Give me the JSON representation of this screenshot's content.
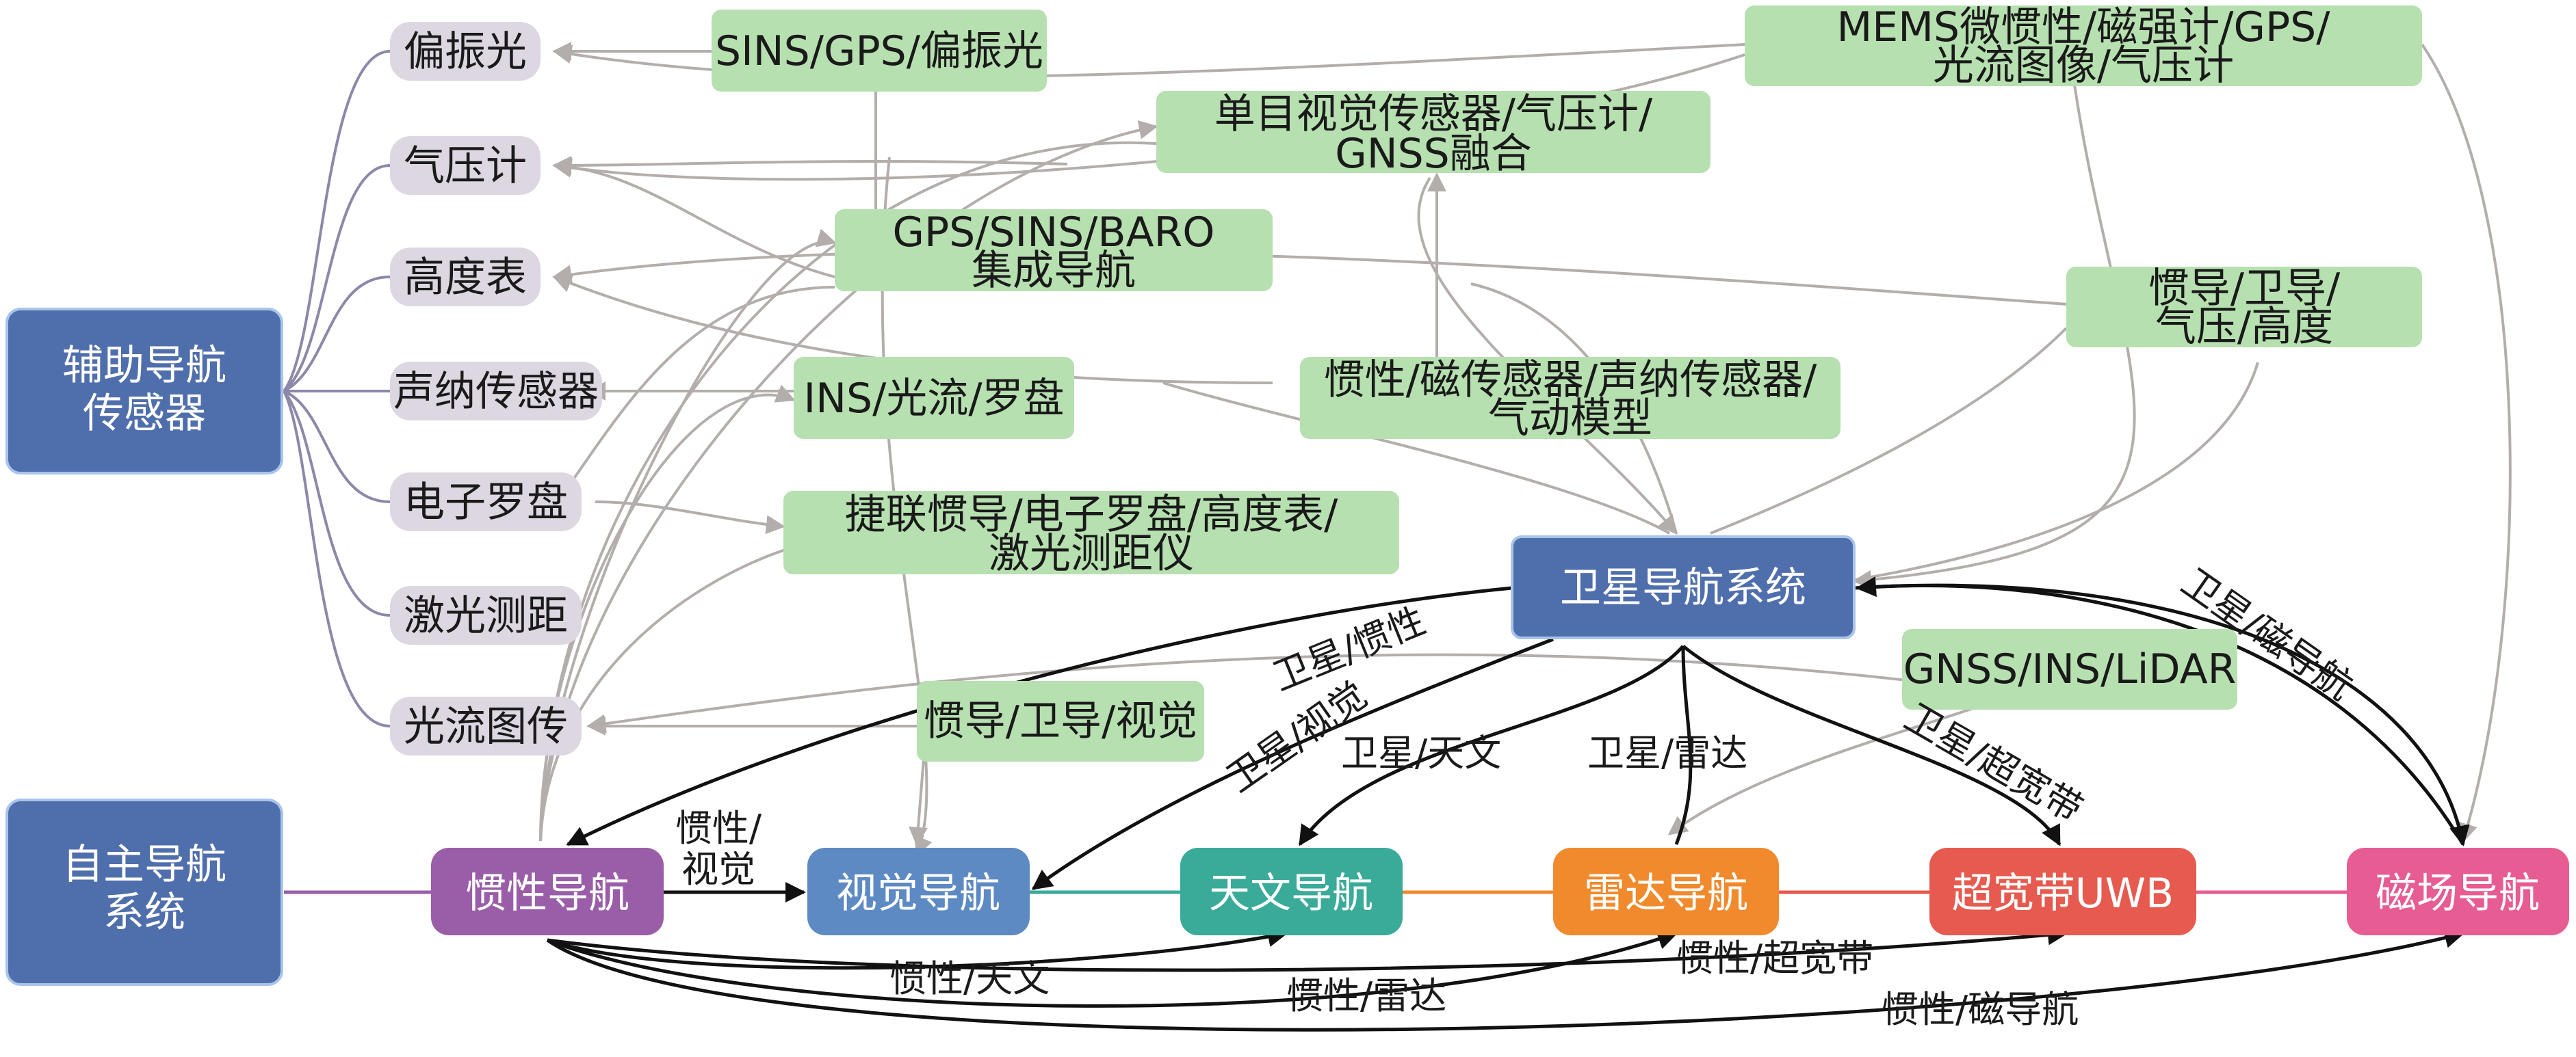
{
  "groups": {
    "aux_sensors": "辅助导航\n传感器",
    "autonomous": "自主导航\n系统"
  },
  "sensors": {
    "polarized": "偏振光",
    "barometer": "气压计",
    "altimeter": "高度表",
    "sonar": "声纳传感器",
    "compass": "电子罗盘",
    "laser": "激光测距",
    "optical_flow": "光流图传"
  },
  "fusion": {
    "sins_gps_pol": "SINS/GPS/偏振光",
    "mono_vision": "单目视觉传感器/气压计/\nGNSS融合",
    "mems": "MEMS微惯性/磁强计/GPS/\n光流图像/气压计",
    "gps_sins_baro": "GPS/SINS/BARO\n集成导航",
    "ins_flow_compass": "INS/光流/罗盘",
    "inertial_mag_sonar": "惯性/磁传感器/声纳传感器/\n气动模型",
    "ins_sat_baro_alt": "惯导/卫导/\n气压/高度",
    "strapdown_laser": "捷联惯导/电子罗盘/高度表/\n激光测距仪",
    "gnss_ins_lidar": "GNSS/INS/LiDAR",
    "ins_sat_vision": "惯导/卫导/视觉"
  },
  "systems": {
    "satellite": "卫星导航系统",
    "inertial": "惯性导航",
    "visual": "视觉导航",
    "celestial": "天文导航",
    "radar": "雷达导航",
    "uwb": "超宽带UWB",
    "magnetic": "磁场导航"
  },
  "edge_labels": {
    "sat_inertial": "卫星/惯性",
    "sat_vision": "卫星/视觉",
    "sat_celestial": "卫星/天文",
    "sat_radar": "卫星/雷达",
    "sat_uwb": "卫星/超宽带",
    "sat_magnetic": "卫星/磁导航",
    "inertial_vision": "惯性/\n视觉",
    "inertial_celestial": "惯性/天文",
    "inertial_radar": "惯性/雷达",
    "inertial_uwb": "惯性/超宽带",
    "inertial_magnetic": "惯性/磁导航"
  },
  "colors": {
    "group_blue": "#4f6eac",
    "sensor_grey": "#dcd7e1",
    "fusion_green": "#b7e0b0",
    "satellite_blue": "#4f6eac",
    "inertial_purple": "#9a5ea8",
    "visual_blue": "#5e8ac4",
    "celestial_teal": "#3aaa99",
    "radar_orange": "#f08a2c",
    "uwb_red": "#e65a4f",
    "magnetic_pink": "#e65c93",
    "grey_line": "#b3aeab",
    "purple_line": "#8c88a8"
  }
}
